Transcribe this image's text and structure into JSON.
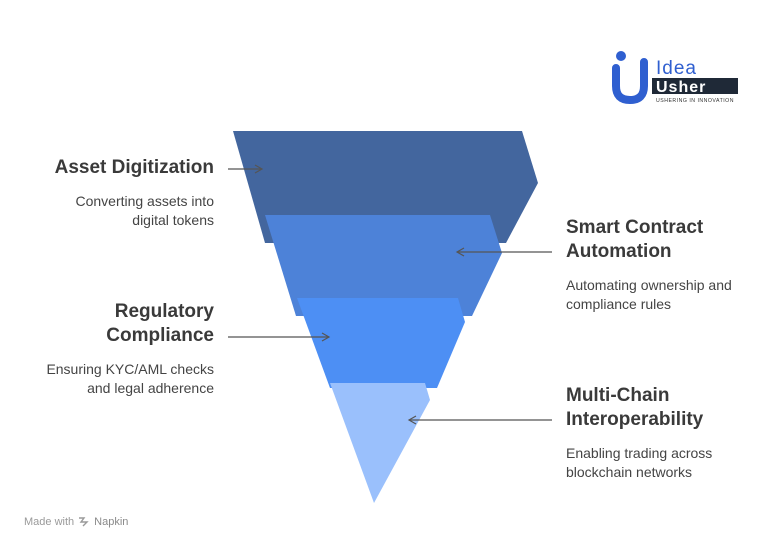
{
  "logo": {
    "word1": "Idea",
    "word2": "Usher",
    "tagline": "USHERING IN INNOVATION"
  },
  "layers": [
    {
      "title": "Asset Digitization",
      "description_lines": [
        "Converting assets into",
        "digital tokens"
      ],
      "color": "#43669e",
      "side": "left"
    },
    {
      "title": "Smart Contract Automation",
      "title_lines": [
        "Smart Contract",
        "Automation"
      ],
      "description_lines": [
        "Automating ownership and",
        "compliance rules"
      ],
      "color": "#4d82d8",
      "side": "right"
    },
    {
      "title": "Regulatory Compliance",
      "title_lines": [
        "Regulatory",
        "Compliance"
      ],
      "description_lines": [
        "Ensuring KYC/AML checks",
        "and legal adherence"
      ],
      "color": "#4d8ff4",
      "side": "left"
    },
    {
      "title": "Multi-Chain Interoperability",
      "title_lines": [
        "Multi-Chain",
        "Interoperability"
      ],
      "description_lines": [
        "Enabling trading across",
        "blockchain networks"
      ],
      "color": "#9ac0fc",
      "side": "right"
    }
  ],
  "watermark": {
    "prefix": "Made with",
    "brand": "Napkin"
  }
}
